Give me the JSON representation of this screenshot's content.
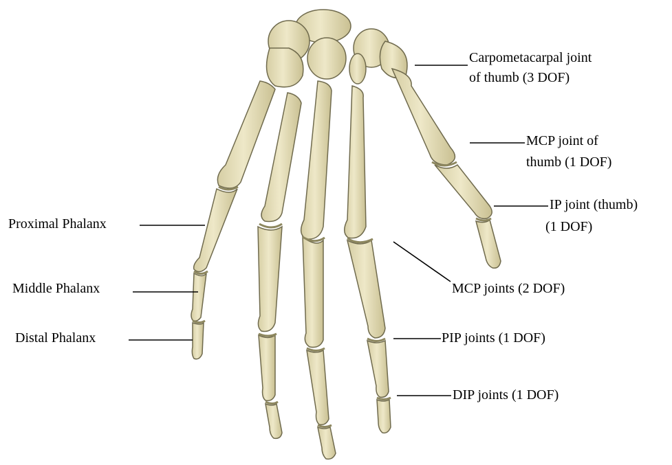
{
  "labels": {
    "cmc_line1": "Carpometacarpal joint",
    "cmc_line2": "of thumb (3 DOF)",
    "mcp_thumb_line1": "MCP joint of",
    "mcp_thumb_line2": "thumb (1 DOF)",
    "ip_thumb_line1": "IP joint (thumb)",
    "ip_thumb_line2": "(1 DOF)",
    "mcp_joints": "MCP joints (2 DOF)",
    "pip_joints": "PIP joints (1 DOF)",
    "dip_joints": "DIP joints (1 DOF)",
    "proximal_phalanx": "Proximal Phalanx",
    "middle_phalanx": "Middle Phalanx",
    "distal_phalanx": "Distal Phalanx"
  },
  "colors": {
    "bone": "#e8e1bd",
    "bone_shade": "#cfc69a",
    "bone_outline": "#6f6a4d",
    "joint": "#8d875f",
    "leader_line": "#000000"
  }
}
